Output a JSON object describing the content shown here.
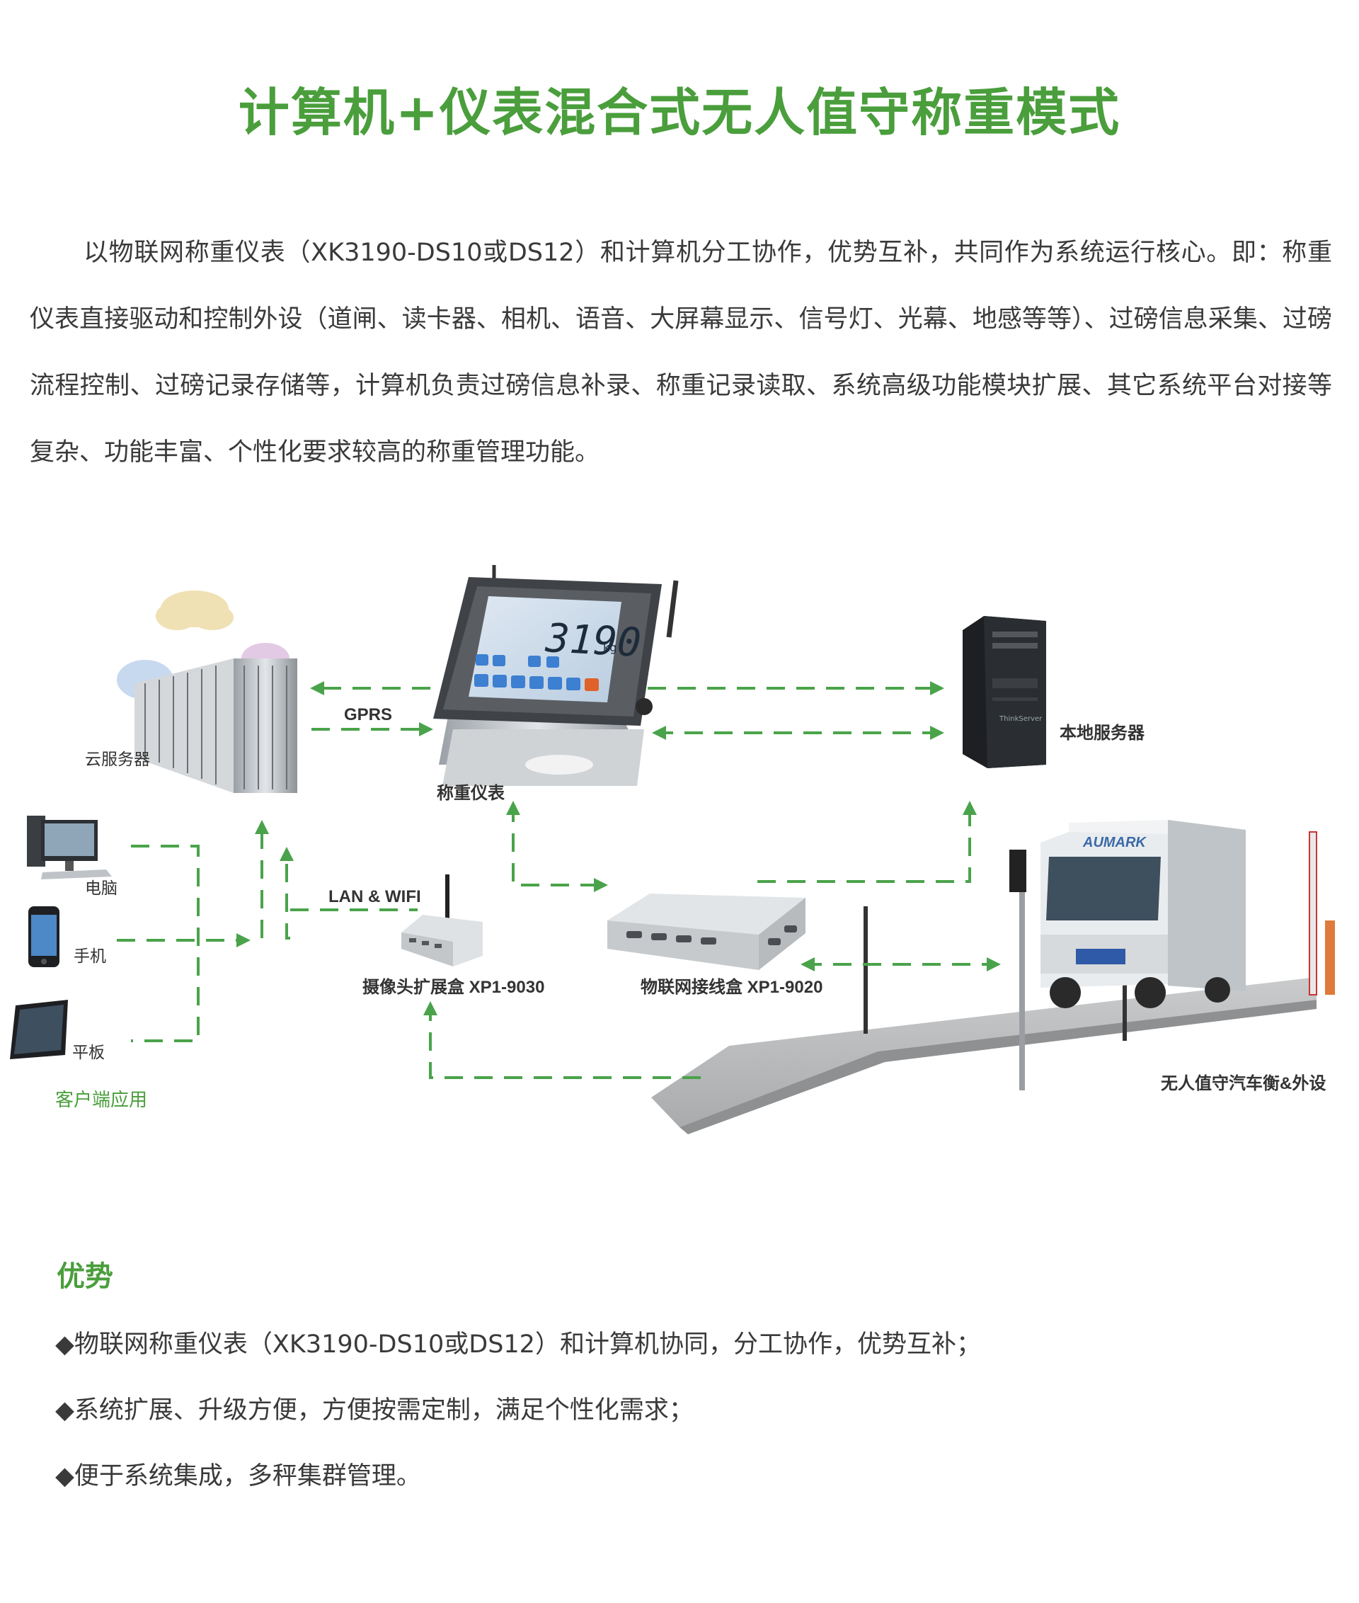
{
  "title": "计算机+仪表混合式无人值守称重模式",
  "intro": "以物联网称重仪表（XK3190-DS10或DS12）和计算机分工协作，优势互补，共同作为系统运行核心。即：称重仪表直接驱动和控制外设（道闸、读卡器、相机、语音、大屏幕显示、信号灯、光幕、地感等等）、过磅信息采集、过磅流程控制、过磅记录存储等，计算机负责过磅信息补录、称重记录读取、系统高级功能模块扩展、其它系统平台对接等复杂、功能丰富、个性化要求较高的称重管理功能。",
  "diagram": {
    "labels": {
      "cloud_server": "云服务器",
      "gprs": "GPRS",
      "instrument": "称重仪表",
      "local_server": "本地服务器",
      "computer": "电脑",
      "phone": "手机",
      "tablet": "平板",
      "client_apps": "客户端应用",
      "lan_wifi": "LAN & WIFI",
      "camera_box": "摄像头扩展盒 XP1-9030",
      "iot_box": "物联网接线盒 XP1-9020",
      "truck_scale": "无人值守汽车衡&外设"
    },
    "display_reading": "3190",
    "display_unit": "kg",
    "truck_brand": "AUMARK",
    "local_server_badge": "ThinkServer"
  },
  "advantages": {
    "heading": "优势",
    "items": [
      "◆物联网称重仪表（XK3190-DS10或DS12）和计算机协同，分工协作，优势互补；",
      "◆系统扩展、升级方便，方便按需定制，满足个性化需求；",
      "◆便于系统集成，多秤集群管理。"
    ]
  },
  "colors": {
    "accent": "#4a9e3c",
    "arrow": "#4aa34a",
    "text": "#3a3a3a"
  }
}
